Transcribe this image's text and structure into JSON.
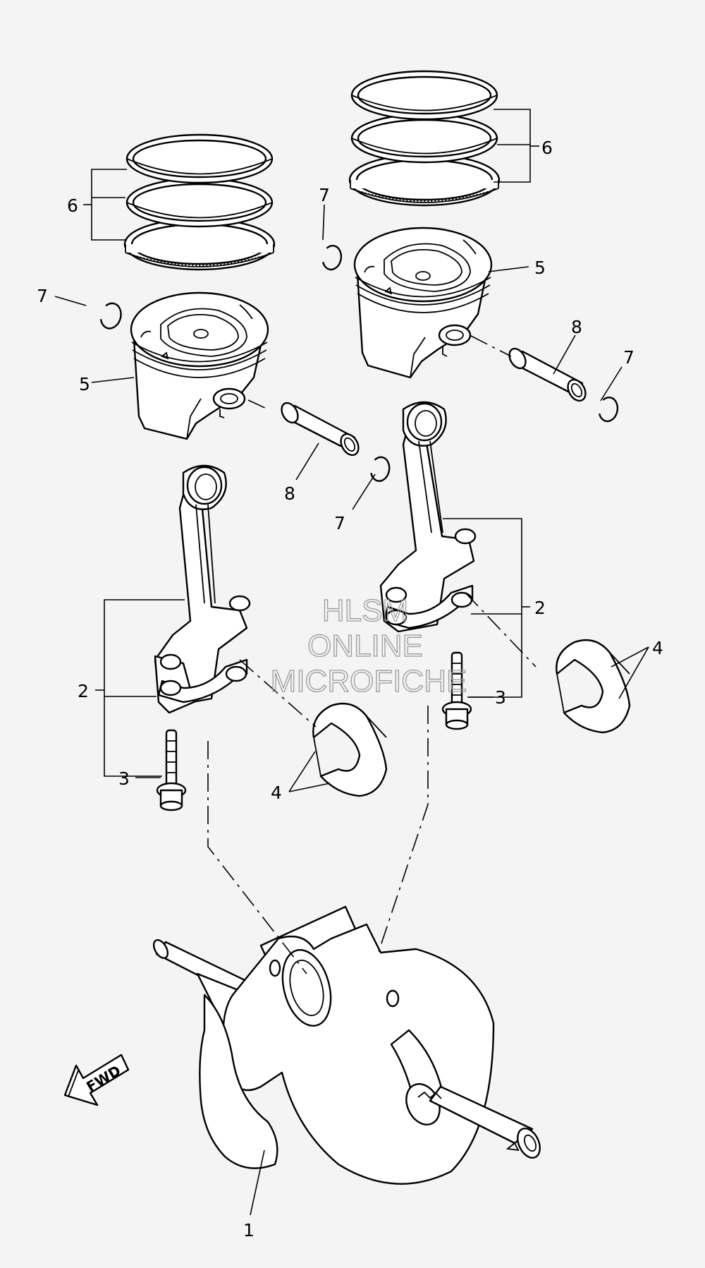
{
  "watermark": {
    "line1": "HLSM",
    "line2": "ONLINE",
    "line3": "MICROFICHE"
  },
  "direction_arrow": {
    "label": "FWD"
  },
  "callouts": {
    "c1": "1",
    "c2a": "2",
    "c2b": "2",
    "c3a": "3",
    "c3b": "3",
    "c4a": "4",
    "c4b": "4",
    "c5a": "5",
    "c5b": "5",
    "c6a": "6",
    "c6b": "6",
    "c7a": "7",
    "c7b": "7",
    "c7c": "7",
    "c7d": "7",
    "c8a": "8",
    "c8b": "8"
  }
}
